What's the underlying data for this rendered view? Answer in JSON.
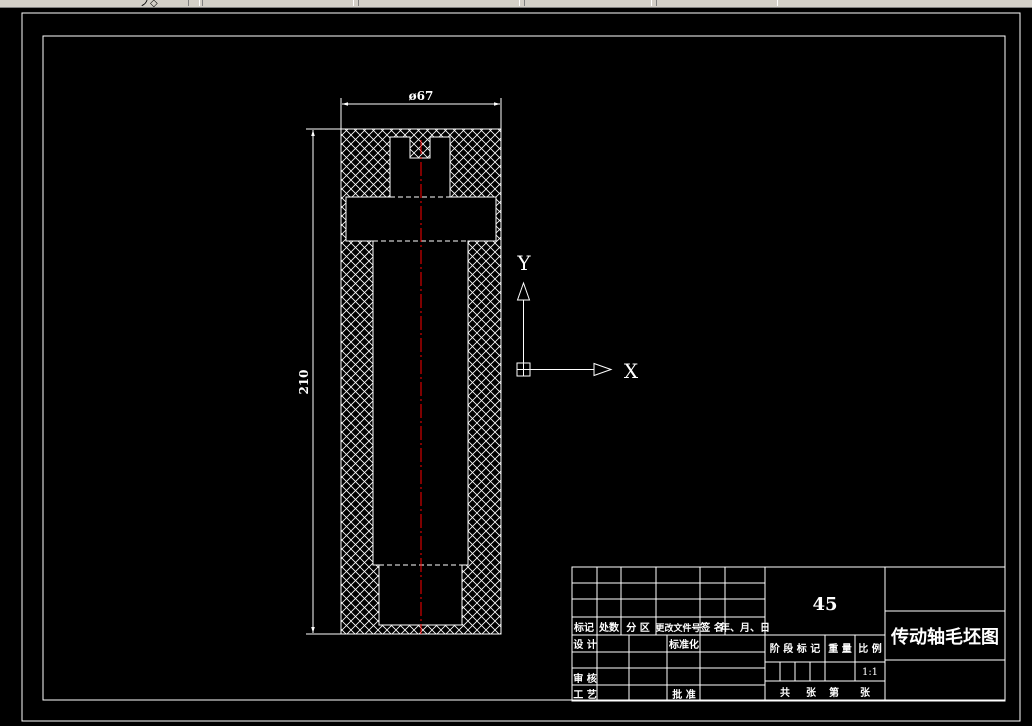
{
  "toolbar": {
    "glyph": "ノ◇"
  },
  "dimensions": {
    "diameter": "ø67",
    "length": "210"
  },
  "ucs": {
    "y_label": "Y",
    "x_label": "X"
  },
  "title_block": {
    "material": "45",
    "drawing_title": "传动轴毛坯图",
    "header_row": [
      "标记",
      "处数",
      "分 区",
      "更改文件号",
      "签 名",
      "年、月、日"
    ],
    "design": "设 计",
    "standardization": "标准化",
    "review": "审 核",
    "process": "工 艺",
    "approve": "批 准",
    "stage_mark": "阶 段 标 记",
    "weight": "重 量",
    "scale_label": "比 例",
    "scale": "1:1",
    "total": "共",
    "sheets_a": "张",
    "page": "第",
    "sheets_b": "张"
  },
  "colors": {
    "background": "#000000",
    "lines": "#ffffff",
    "centerline": "#ff0000"
  }
}
